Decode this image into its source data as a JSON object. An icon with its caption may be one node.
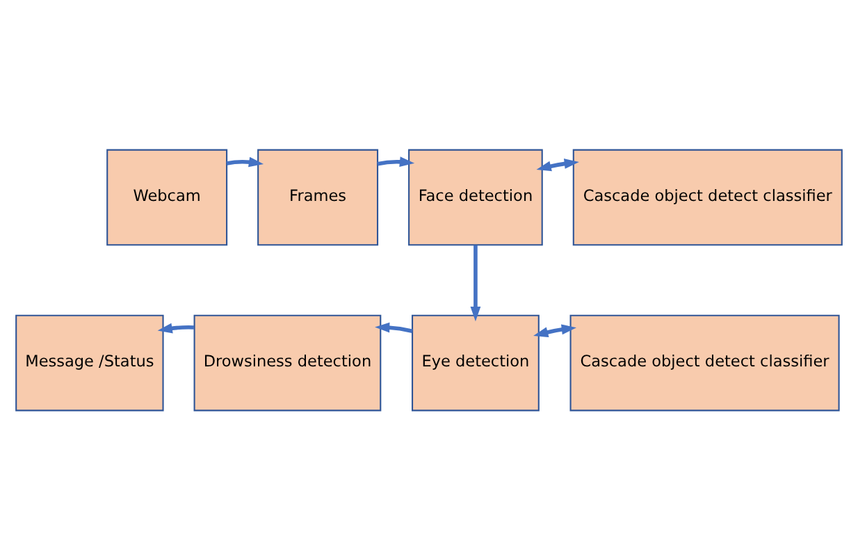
{
  "diagram": {
    "nodes": [
      {
        "text": [
          "Webcam"
        ]
      },
      {
        "text": [
          "Frames"
        ]
      },
      {
        "text": [
          "Face detection"
        ]
      },
      {
        "text": [
          "Cascade object detect classifier"
        ]
      },
      {
        "text": [
          "Message /Status"
        ]
      },
      {
        "text": [
          "Drowsiness detection"
        ]
      },
      {
        "text": [
          "Eye detection"
        ]
      },
      {
        "text": [
          "Cascade object detect classifier"
        ]
      }
    ],
    "edges": [
      {
        "from": 0,
        "to": 1,
        "arrow": "to"
      },
      {
        "from": 1,
        "to": 2,
        "arrow": "to"
      },
      {
        "from": 2,
        "to": 3,
        "arrow": "both"
      },
      {
        "from": 2,
        "to": 6,
        "arrow": "to"
      },
      {
        "from": 7,
        "to": 6,
        "arrow": "both"
      },
      {
        "from": 6,
        "to": 5,
        "arrow": "to"
      },
      {
        "from": 5,
        "to": 4,
        "arrow": "to"
      }
    ]
  }
}
